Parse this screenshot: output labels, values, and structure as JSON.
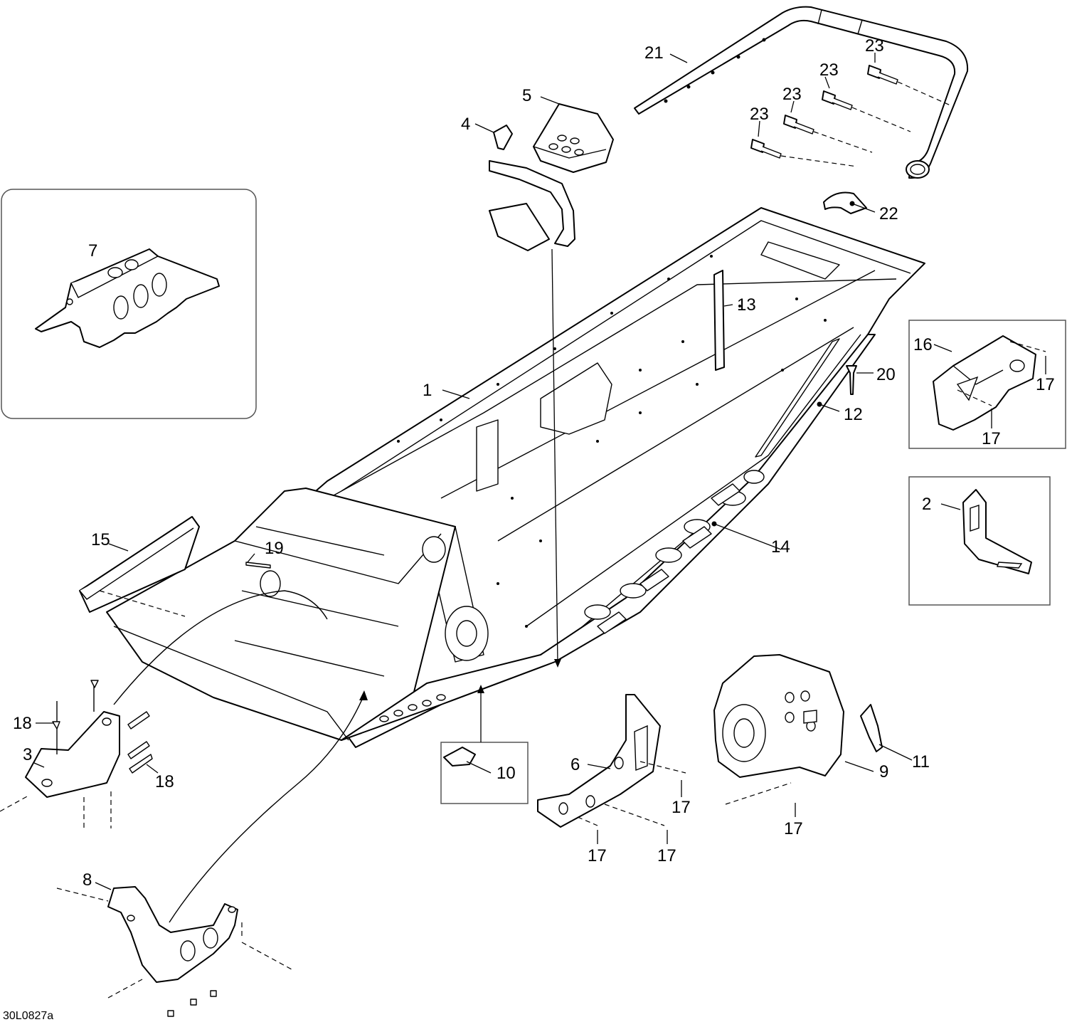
{
  "drawing_code": "30L0827a",
  "callouts": {
    "c1": "1",
    "c2": "2",
    "c3": "3",
    "c4": "4",
    "c5": "5",
    "c6": "6",
    "c7": "7",
    "c8": "8",
    "c9": "9",
    "c10": "10",
    "c11": "11",
    "c12": "12",
    "c13": "13",
    "c14": "14",
    "c15": "15",
    "c16": "16",
    "c17a": "17",
    "c17b": "17",
    "c17c": "17",
    "c17d": "17",
    "c17e": "17",
    "c17f": "17",
    "c18a": "18",
    "c18b": "18",
    "c19": "19",
    "c20": "20",
    "c21": "21",
    "c22": "22",
    "c23a": "23",
    "c23b": "23",
    "c23c": "23",
    "c23d": "23"
  }
}
